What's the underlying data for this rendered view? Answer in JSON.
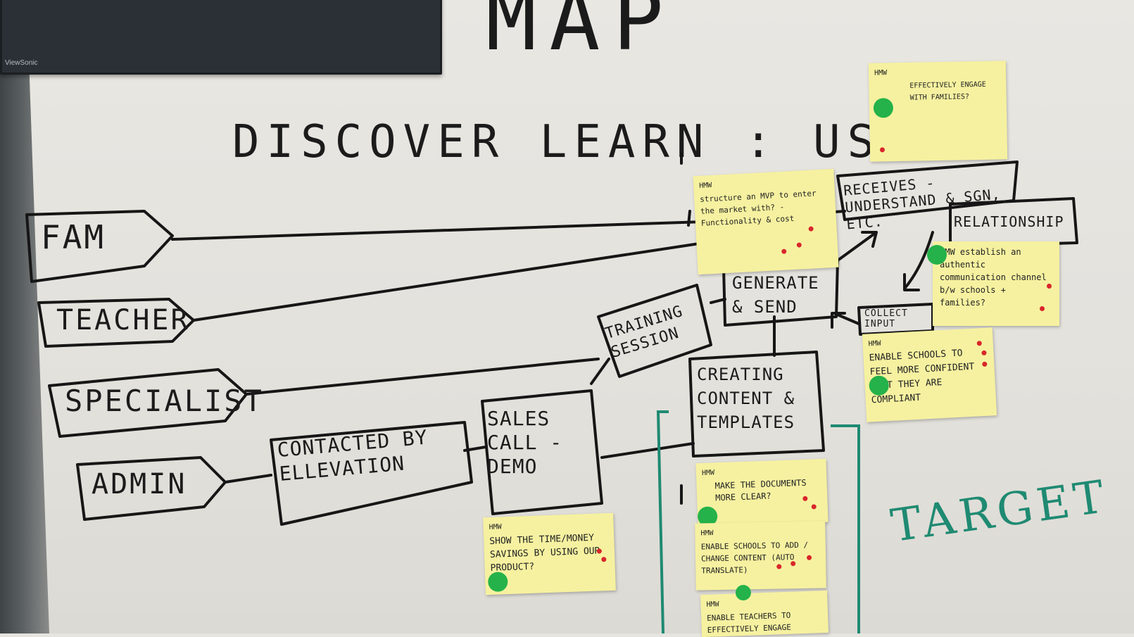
{
  "tv": {
    "brand": "ViewSonic"
  },
  "title_partial": "MAP",
  "heading": "DISCOVER LEARN : USE",
  "personas": [
    "FAM",
    "TEACHER",
    "SPECIALIST",
    "ADMIN"
  ],
  "steps": {
    "contacted": "CONTACTED BY ELLEVATION",
    "sales": "SALES CALL -DEMO",
    "training": "TRAINING SESSION",
    "generate": "GENERATE & SEND",
    "creating": "CREATING CONTENT & TEMPLATES",
    "receives": "RECEIVES - UNDERSTAND & SGN, ETC.",
    "relationship": "RELATIONSHIP",
    "collect": "COLLECT INPUT"
  },
  "target_label": "TARGET",
  "stickies": [
    {
      "hmw": "HMW",
      "text": "EFFECTIVELY ENGAGE WITH FAMILIES?"
    },
    {
      "hmw": "HMW",
      "text": "structure an MVP to enter the market with? - Functionality & cost"
    },
    {
      "hmw": "",
      "text": "HMW establish an authentic communication channel b/w schools + families?"
    },
    {
      "hmw": "HMW",
      "text": "ENABLE SCHOOLS TO FEEL MORE CONFIDENT THAT THEY ARE COMPLIANT"
    },
    {
      "hmw": "HMW",
      "text": "SHOW THE TIME/MONEY SAVINGS BY USING OUR PRODUCT?"
    },
    {
      "hmw": "HMW",
      "text": "MAKE THE DOCUMENTS MORE CLEAR?"
    },
    {
      "hmw": "HMW",
      "text": "ENABLE SCHOOLS TO ADD / CHANGE CONTENT (AUTO TRANSLATE)"
    },
    {
      "hmw": "HMW",
      "text": "ENABLE TEACHERS TO EFFECTIVELY ENGAGE"
    }
  ],
  "colors": {
    "sticky": "#f6f1a0",
    "green_dot": "#25b24a",
    "red_dot": "#d8262b",
    "target_ink": "#1f8a72"
  }
}
